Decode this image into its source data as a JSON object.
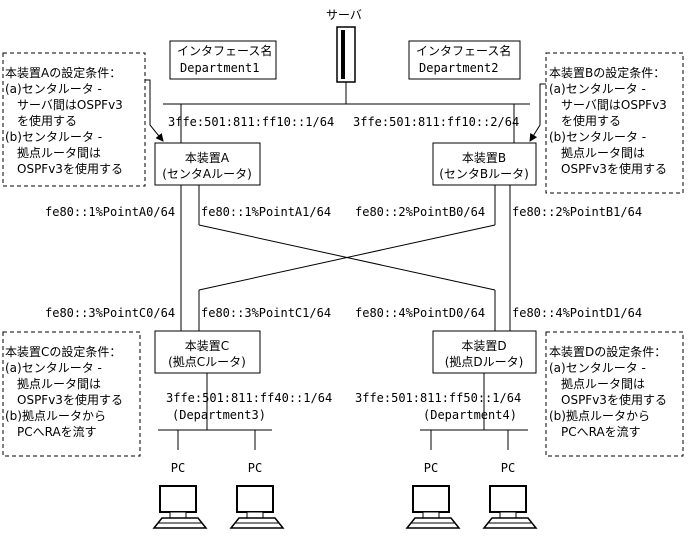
{
  "server": {
    "label": "サーバ"
  },
  "interfaces": [
    {
      "title": "インタフェース名",
      "name": "Department1"
    },
    {
      "title": "インタフェース名",
      "name": "Department2"
    }
  ],
  "uplink_addresses": [
    "3ffe:501:811:ff10::1/64",
    "3ffe:501:811:ff10::2/64"
  ],
  "devices": [
    {
      "name": "本装置A",
      "role": "(センタAルータ)"
    },
    {
      "name": "本装置B",
      "role": "(センタBルータ)"
    },
    {
      "name": "本装置C",
      "role": "(拠点Cルータ)"
    },
    {
      "name": "本装置D",
      "role": "(拠点Dルータ)"
    }
  ],
  "link_local": {
    "a0": "fe80::1%PointA0/64",
    "a1": "fe80::1%PointA1/64",
    "b0": "fe80::2%PointB0/64",
    "b1": "fe80::2%PointB1/64",
    "c0": "fe80::3%PointC0/64",
    "c1": "fe80::3%PointC1/64",
    "d0": "fe80::4%PointD0/64",
    "d1": "fe80::4%PointD1/64"
  },
  "lan": [
    {
      "address": "3ffe:501:811:ff40::1/64",
      "iface": "(Department3)"
    },
    {
      "address": "3ffe:501:811:ff50::1/64",
      "iface": "(Department4)"
    }
  ],
  "pc_label": "PC",
  "conditions": {
    "a": [
      "本装置Aの設定条件：",
      "(a)センタルータ -",
      "　サーバ間はOSPFv3",
      "　を使用する",
      "(b)センタルータ -",
      "　拠点ルータ間は",
      "　OSPFv3を使用する"
    ],
    "b": [
      "本装置Bの設定条件：",
      "(a)センタルータ -",
      "　サーバ間はOSPFv3",
      "　を使用する",
      "(b)センタルータ -",
      "　拠点ルータ間は",
      "　OSPFv3を使用する"
    ],
    "c": [
      "本装置Cの設定条件：",
      "(a)センタルータ -",
      "　拠点ルータ間は",
      "　OSPFv3を使用する",
      "(b)拠点ルータから",
      "　PCへRAを流す"
    ],
    "d": [
      "本装置Dの設定条件：",
      "(a)センタルータ -",
      "　拠点ルータ間は",
      "　OSPFv3を使用する",
      "(b)拠点ルータから",
      "　PCへRAを流す"
    ]
  }
}
